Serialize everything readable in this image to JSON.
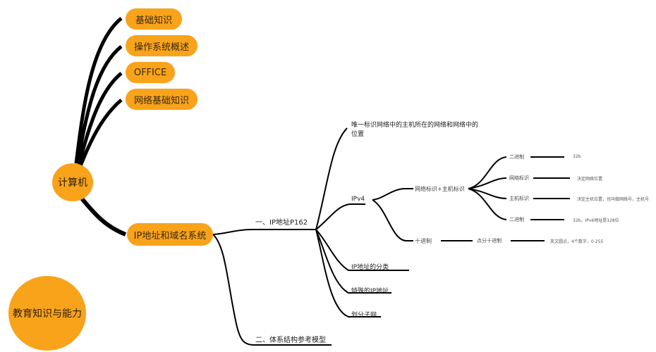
{
  "root": {
    "label": "计算机"
  },
  "corner": {
    "label": "教育知识与能力"
  },
  "branches": [
    {
      "label": "基础知识"
    },
    {
      "label": "操作系统概述"
    },
    {
      "label": "OFFICE"
    },
    {
      "label": "网络基础知识"
    },
    {
      "label": "IP地址和域名系统"
    }
  ],
  "ip_section": {
    "label": "一、IP地址P162",
    "children": {
      "unique_id": {
        "label": "唯一标识网络中的主机所在的网络和网络中的位置"
      },
      "ipv4": {
        "label": "IPv4"
      },
      "classes": {
        "label": "IP地址的分类"
      },
      "special": {
        "label": "特殊的IP地址"
      },
      "subnet": {
        "label": "划分子网"
      }
    },
    "ipv4_children": {
      "netid": {
        "label": "网络标识+主机标识"
      },
      "decimal": {
        "label": "十进制"
      }
    },
    "netid_children": [
      {
        "label": "二进制",
        "note": "32b"
      },
      {
        "label": "网络标识",
        "note": "决定网络位置"
      },
      {
        "label": "主机标识",
        "note": "决定主机位置，也叫做网络号，主机号"
      },
      {
        "label": "二进制",
        "note": "32b，IPv6地址是128位"
      }
    ],
    "decimal_child": {
      "label": "点分十进制",
      "note": "英文圆点，4个数字，0-255"
    }
  },
  "arch_section": {
    "label": "二、体系结构参考模型"
  },
  "colors": {
    "node_fill": "#f9a31b",
    "edge": "#000000"
  }
}
